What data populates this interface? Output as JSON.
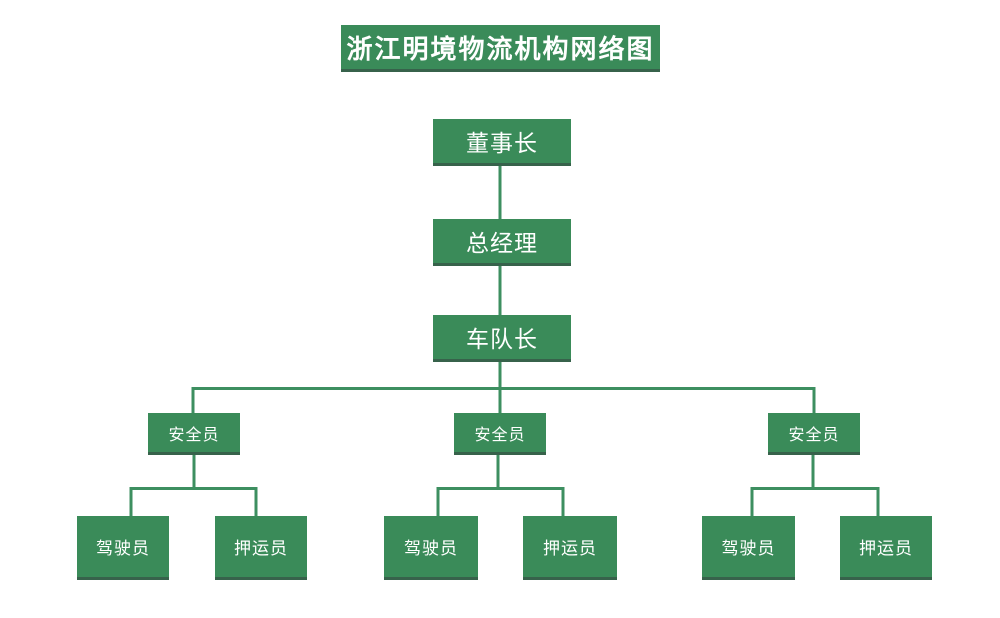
{
  "title": "浙江明境物流机构网络图",
  "org_chart": {
    "chairman": "董事长",
    "general_manager": "总经理",
    "fleet_captain": "车队长",
    "teams": [
      {
        "leader": "安全员",
        "members": [
          "驾驶员",
          "押运员"
        ]
      },
      {
        "leader": "安全员",
        "members": [
          "驾驶员",
          "押运员"
        ]
      },
      {
        "leader": "安全员",
        "members": [
          "驾驶员",
          "押运员"
        ]
      }
    ]
  },
  "colors": {
    "node_fill": "#3A8B59",
    "node_shadow": "#37624B",
    "connector": "#3D8F60",
    "node_text": "#FFFFFF",
    "page_background": "#FFFFFF"
  }
}
